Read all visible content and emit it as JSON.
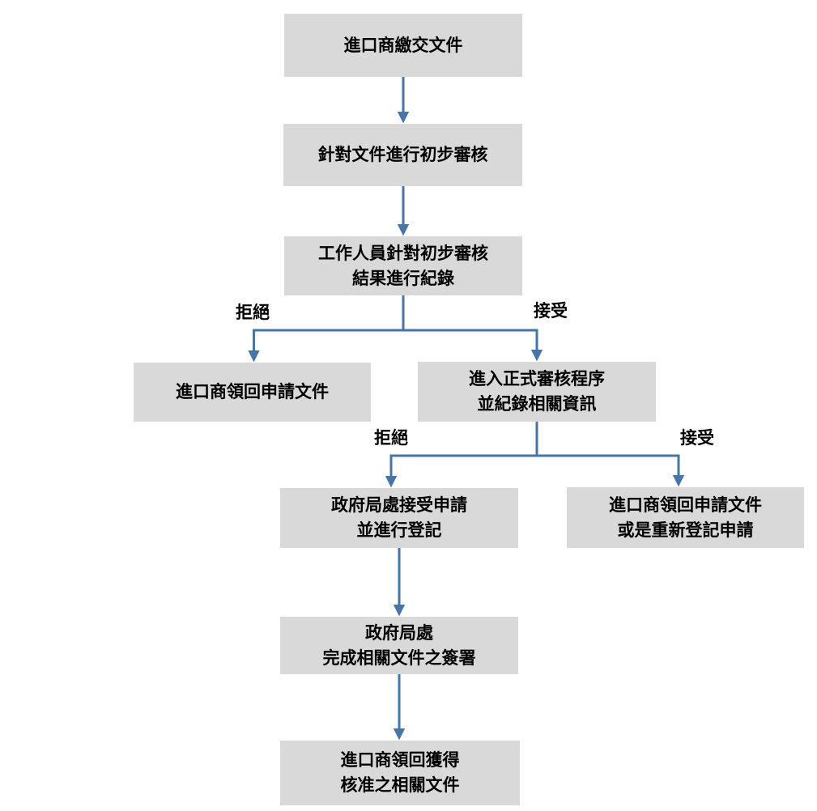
{
  "flowchart": {
    "title": "import-document-approval-process",
    "nodes": [
      {
        "id": "n1",
        "label": "進口商繳交文件"
      },
      {
        "id": "n2",
        "label": "針對文件進行初步審核"
      },
      {
        "id": "n3",
        "label": "工作人員針對初步審核\n結果進行紀錄"
      },
      {
        "id": "n4",
        "label": "進口商領回申請文件"
      },
      {
        "id": "n5",
        "label": "進入正式審核程序\n並紀錄相關資訊"
      },
      {
        "id": "n6",
        "label": "政府局處接受申請\n並進行登記"
      },
      {
        "id": "n7",
        "label": "進口商領回申請文件\n或是重新登記申請"
      },
      {
        "id": "n8",
        "label": "政府局處\n完成相關文件之簽署"
      },
      {
        "id": "n9",
        "label": "進口商領回獲得\n核准之相關文件"
      }
    ],
    "branches": [
      {
        "left_label": "拒絕",
        "right_label": "接受"
      },
      {
        "left_label": "拒絕",
        "right_label": "接受"
      }
    ]
  },
  "colors": {
    "background": "#ffffff",
    "box_fill": "#d9d9d9",
    "arrow": "#4476ac",
    "text": "#000000"
  }
}
